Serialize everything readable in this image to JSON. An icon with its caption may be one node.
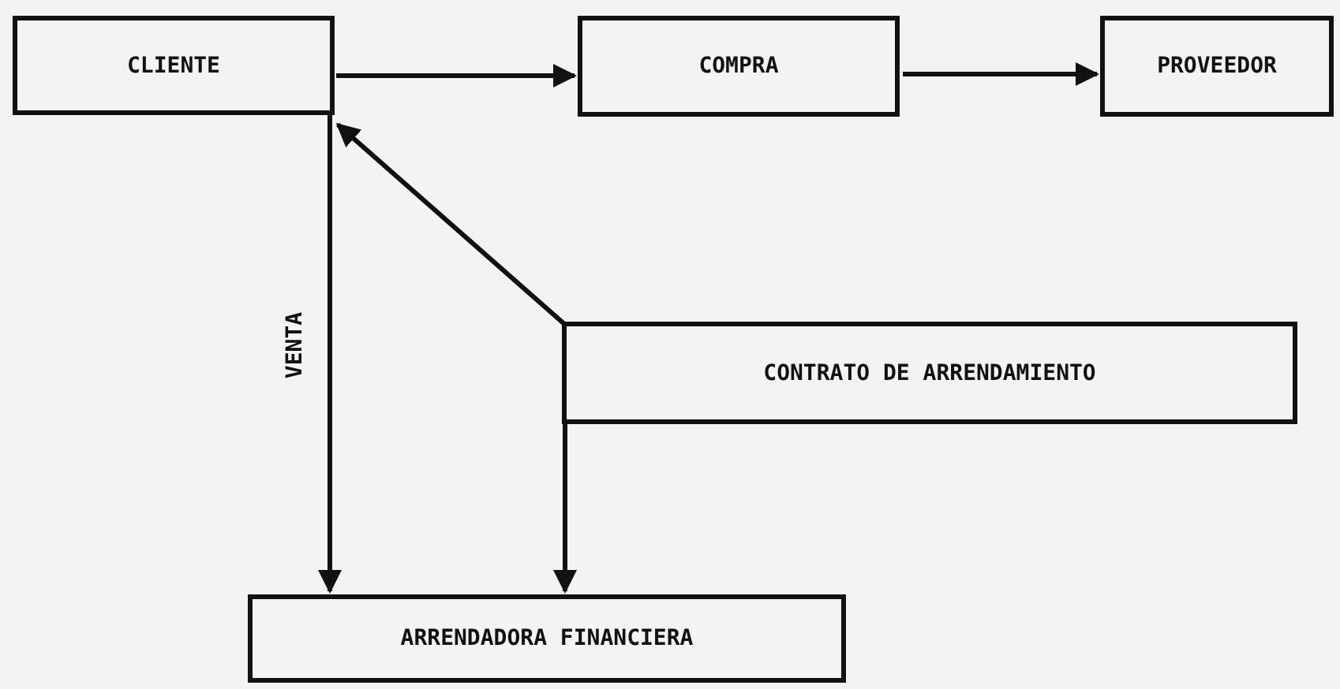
{
  "diagram": {
    "nodes": [
      {
        "text": [
          "CLIENTE"
        ]
      },
      {
        "text": [
          "COMPRA"
        ]
      },
      {
        "text": [
          "PROVEEDOR"
        ]
      },
      {
        "text": [
          "CONTRATO DE ARRENDAMIENTO"
        ]
      },
      {
        "text": [
          "ARRENDADORA FINANCIERA"
        ]
      }
    ],
    "edges": [
      {
        "from": 0,
        "to": 1,
        "arrow": "to"
      },
      {
        "from": 1,
        "to": 2,
        "arrow": "to"
      },
      {
        "from": 3,
        "to": 0,
        "arrow": "to"
      },
      {
        "from": 0,
        "to": 4,
        "arrow": "to",
        "label": "VENTA"
      },
      {
        "from": 3,
        "to": 4,
        "arrow": "to"
      }
    ]
  }
}
